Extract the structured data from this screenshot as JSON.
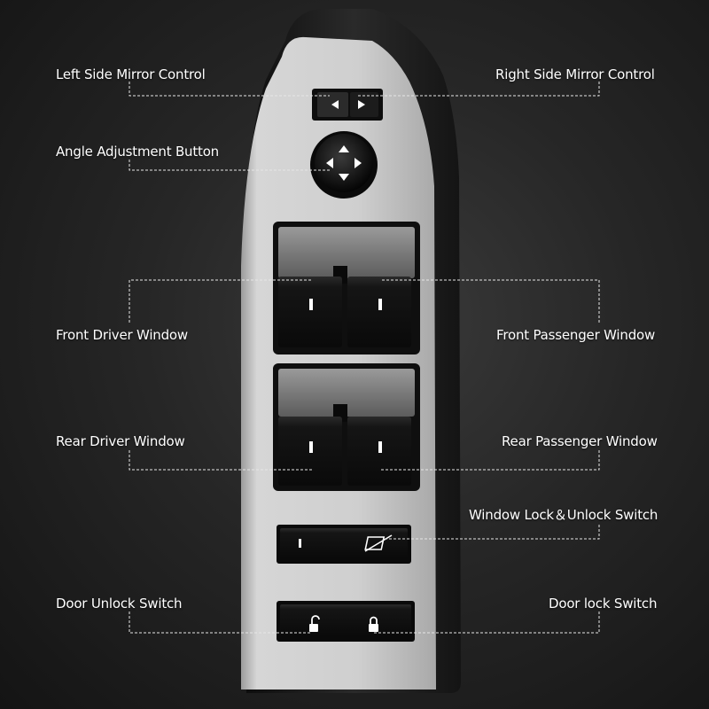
{
  "labels": {
    "left_mirror": "Left Side Mirror Control",
    "right_mirror": "Right Side Mirror Control",
    "angle_button": "Angle Adjustment Button",
    "front_driver": "Front Driver Window",
    "front_passenger": "Front Passenger Window",
    "rear_driver": "Rear Driver Window",
    "rear_passenger": "Rear Passenger Window",
    "window_lock": "Window Lock＆Unlock Switch",
    "door_unlock": "Door Unlock Switch",
    "door_lock": "Door lock Switch"
  },
  "colors": {
    "background": "#222222",
    "panel_silver": "#c9c9c9",
    "housing_black": "#1b1b1b",
    "switch_black": "#121212",
    "label_text": "#ffffff",
    "leader_line": "#e6e6e6"
  },
  "icons": {
    "mirror_selector": [
      "chevron-left-icon",
      "chevron-right-icon"
    ],
    "angle_pad": "four-way-arrow-icon",
    "window_lock": "window-lock-icon",
    "door_unlock": "unlocked-padlock-icon",
    "door_lock": "locked-padlock-icon"
  }
}
